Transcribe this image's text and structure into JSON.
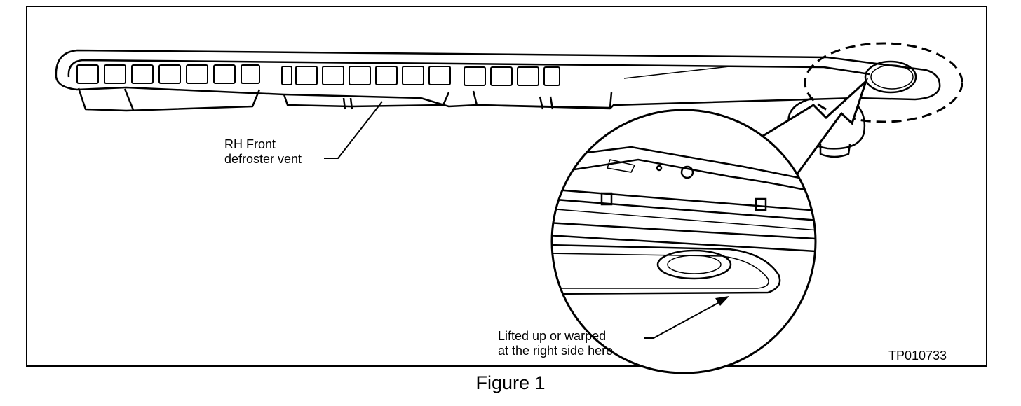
{
  "labels": {
    "vent_line1": "RH Front",
    "vent_line2": "defroster vent",
    "callout_line1": "Lifted up or warped",
    "callout_line2": "at the right side here",
    "code": "TP010733"
  },
  "caption": "Figure 1"
}
